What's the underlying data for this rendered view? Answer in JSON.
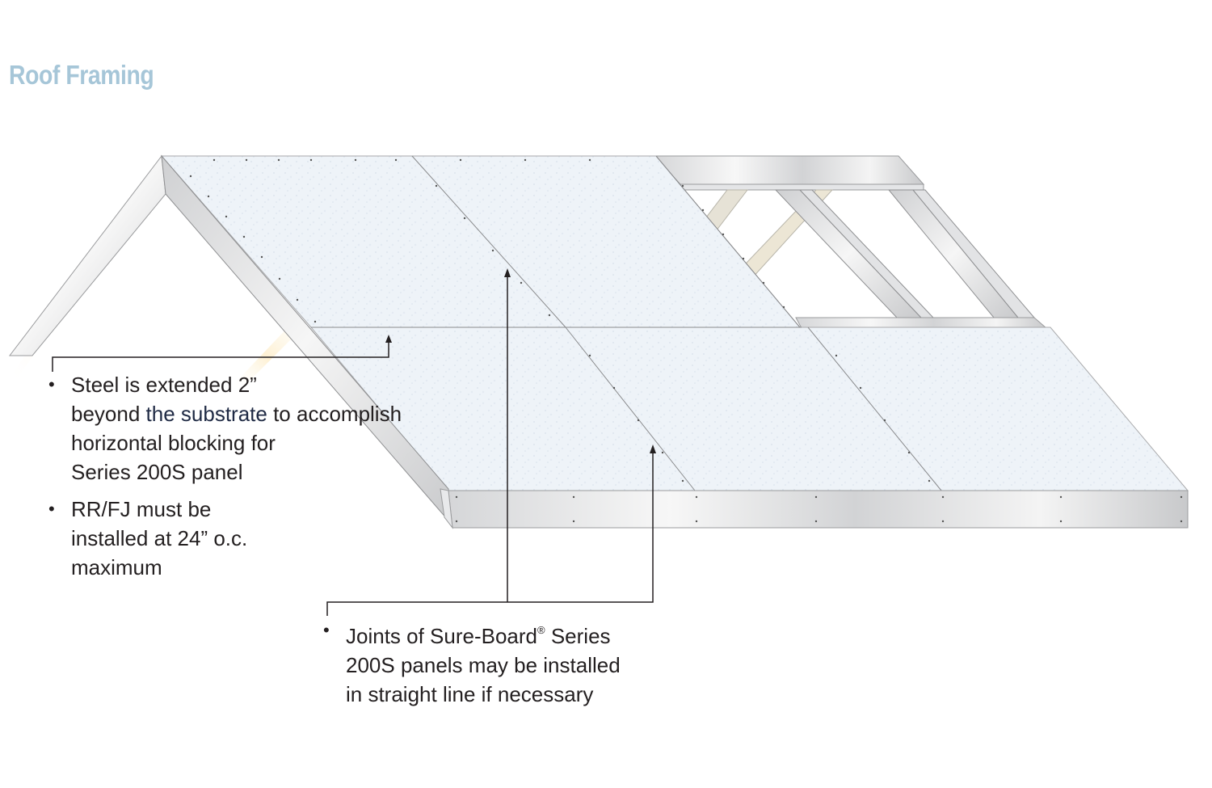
{
  "title": "Roof Framing",
  "colors": {
    "title": "#a6c6d8",
    "text": "#231f20",
    "panel": "#eef3f8",
    "steel": "#d9dadc",
    "shadow_yellow": "#fdf1d6"
  },
  "callouts": {
    "left": {
      "items": [
        {
          "line1": "Steel is extended 2”",
          "line2a": "beyond",
          "line2b": "the substrate",
          "line2c": " to accomplish",
          "line3": "horizontal blocking for",
          "line4": "Series 200S panel"
        },
        {
          "line1": "RR/FJ must be",
          "line2": "installed at 24” o.c.",
          "line3": "maximum"
        }
      ]
    },
    "bottom": {
      "line1a": "Joints of Sure-Board",
      "reg": "®",
      "line1b": " Series",
      "line2": "200S panels may be installed",
      "line3": "in straight line if necessary"
    }
  },
  "diagram": {
    "components": [
      "roof ridge steel frame",
      "Sure-Board Series 200S panels",
      "RR/FJ steel rafters",
      "horizontal blocking",
      "fascia steel edge"
    ]
  }
}
